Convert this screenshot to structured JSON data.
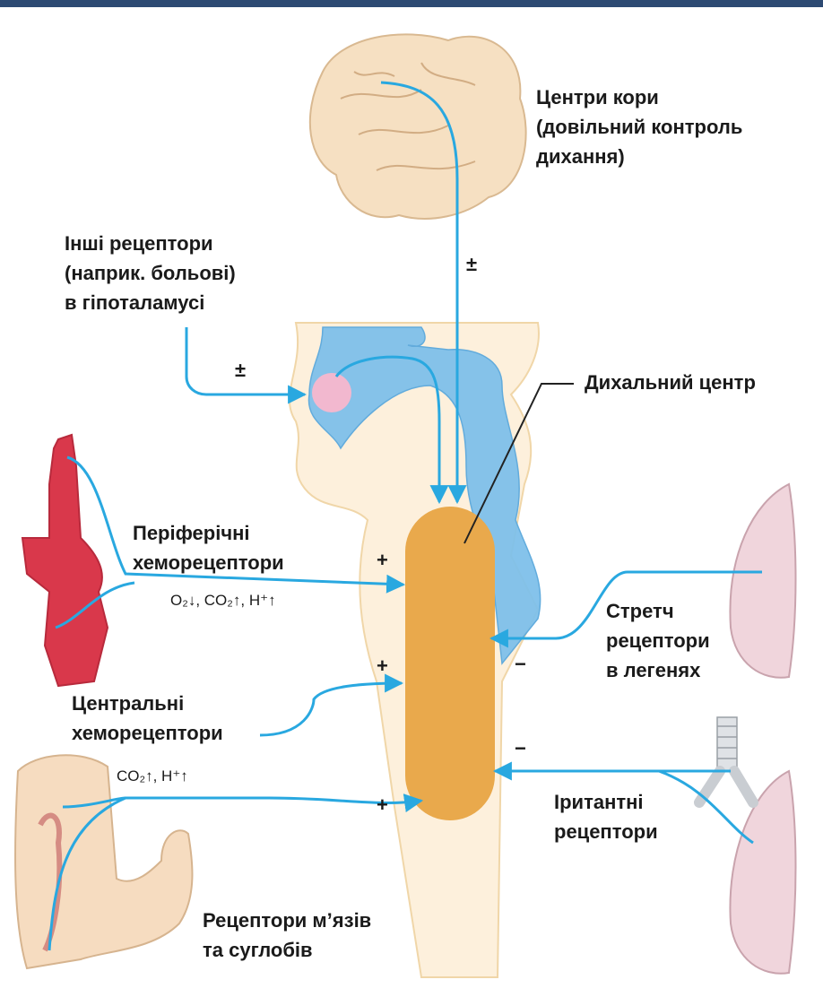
{
  "labels": {
    "cortex": "Центри кори\n(довільний контроль\nдихання)",
    "hypothalamus": "Інші рецептори\n(наприк. больові)\nв гіпоталамусі",
    "respiratory_center": "Дихальний центр",
    "peripheral": "Періферічні\nхеморецептори",
    "central": "Центральні\nхеморецептори",
    "stretch": "Стретч\nрецептори\nв легенях",
    "irritant": "Іритантні\nрецептори",
    "muscle": "Рецептори м’язів\nта суглобів"
  },
  "formulas": {
    "peripheral": "O₂↓, CO₂↑, H⁺↑",
    "central": "CO₂↑, H⁺↑"
  },
  "signs": {
    "cortex": "±",
    "hypothalamus": "±",
    "peripheral": "+",
    "central": "+",
    "muscle": "+",
    "stretch": "−",
    "irritant": "−"
  },
  "colors": {
    "nerve": "#29a8e0",
    "center": "#e9a94c",
    "brainstem": "#fdf0dc",
    "ventricle": "#7fc0ea",
    "artery": "#d9384b",
    "lung": "#f0d5dc",
    "header": "#2d4a73"
  }
}
